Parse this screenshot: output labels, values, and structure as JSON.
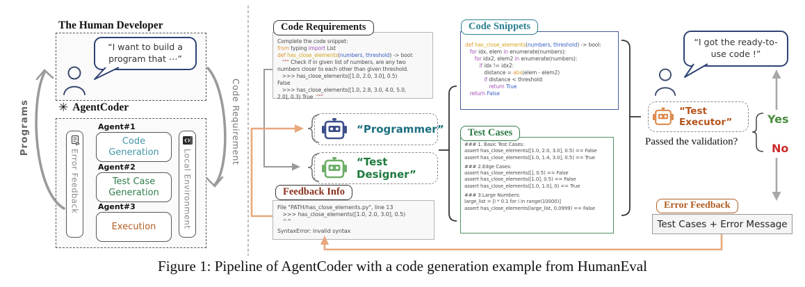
{
  "figure": {
    "caption": "Figure 1: Pipeline of AgentCoder with a code generation example from HumanEval"
  },
  "left_panel": {
    "programs_label": "Programs",
    "code_requirement_label": "Code Requirement",
    "human_developer": {
      "title": "The Human Developer",
      "speech_bubble": "“I want to build a\nprogram that ⋯”"
    },
    "agentcoder": {
      "title": "AgentCoder",
      "error_feedback_bar_label": "Error Feedback",
      "local_environment_bar_label": "Local Environment",
      "agents": [
        {
          "tag": "Agent#1",
          "name": "Code\nGeneration",
          "color": "#4596a5"
        },
        {
          "tag": "Agent#2",
          "name": "Test Case\nGeneration",
          "color": "#2f7d4a"
        },
        {
          "tag": "Agent#3",
          "name": "Execution",
          "color": "#b05c20"
        }
      ]
    }
  },
  "middle_panel": {
    "code_requirements": {
      "title": "Code Requirements",
      "code": [
        [
          [
            "p",
            "Complete the code snippet:"
          ]
        ],
        [
          [
            "k1",
            "from"
          ],
          [
            "p",
            " typing "
          ],
          [
            "k2",
            "import"
          ],
          [
            "p",
            " List"
          ]
        ],
        [
          [
            "k1",
            "def"
          ],
          [
            "p",
            " "
          ],
          [
            "fn",
            "has_close_elements"
          ],
          [
            "p",
            "("
          ],
          [
            "bl",
            "numbers, threshold"
          ],
          [
            "p",
            ") -> bool:"
          ]
        ],
        [
          [
            "p",
            "   "
          ],
          [
            "st",
            "\"\"\""
          ],
          [
            "p",
            " Check if in given list of numbers, are any two"
          ]
        ],
        [
          [
            "p",
            "numbers closer to each other than given threshold."
          ]
        ],
        [
          [
            "p",
            "   >>> has_close_elements([1.0, 2.0, 3.0], 0.5)"
          ]
        ],
        [
          [
            "p",
            "False"
          ]
        ],
        [
          [
            "p",
            "   >>> has_close_elements([1.0, 2.8, 3.0, 4.0, 5.0,"
          ]
        ],
        [
          [
            "p",
            "2.0], 0.3) True  "
          ],
          [
            "st",
            "\"\"\""
          ]
        ]
      ]
    },
    "programmer_agent": {
      "label": "“Programmer”",
      "label_color": "#1d6f80"
    },
    "test_designer_agent": {
      "label": "“Test Designer”",
      "label_color": "#1e7a3e"
    },
    "feedback_info": {
      "title": "Feedback Info",
      "lines": [
        "File \"PATH/has_close_elements.py\", line 13",
        "   >>> has_close_elements([1.0, 2.0, 3.0], 0.5)",
        "   ^^",
        "",
        "SyntaxError: invalid syntax"
      ]
    }
  },
  "right_panel": {
    "code_snippets": {
      "title": "Code Snippets",
      "code": [
        [
          [
            "k1",
            "def"
          ],
          [
            "p",
            " "
          ],
          [
            "fn",
            "has_close_elements"
          ],
          [
            "p",
            "("
          ],
          [
            "bl",
            "numbers, threshold"
          ],
          [
            "p",
            ") -> bool:"
          ]
        ],
        [
          [
            "p",
            "   "
          ],
          [
            "k2",
            "for"
          ],
          [
            "p",
            " idx, elem "
          ],
          [
            "k2",
            "in"
          ],
          [
            "p",
            " enumerate(numbers):"
          ]
        ],
        [
          [
            "p",
            "      "
          ],
          [
            "k2",
            "for"
          ],
          [
            "p",
            " idx2, elem2 "
          ],
          [
            "k2",
            "in"
          ],
          [
            "p",
            " enumerate(numbers):"
          ]
        ],
        [
          [
            "p",
            "         "
          ],
          [
            "k2",
            "if"
          ],
          [
            "p",
            " idx != idx2:"
          ]
        ],
        [
          [
            "p",
            "            distance = "
          ],
          [
            "k1",
            "abs"
          ],
          [
            "p",
            "(elem - elem2)"
          ]
        ],
        [
          [
            "p",
            "            "
          ],
          [
            "k2",
            "if"
          ],
          [
            "p",
            " distance < threshold:"
          ]
        ],
        [
          [
            "p",
            "               "
          ],
          [
            "k2",
            "return"
          ],
          [
            "p",
            " "
          ],
          [
            "bl",
            "True"
          ]
        ],
        [
          [
            "p",
            "   "
          ],
          [
            "k2",
            "return"
          ],
          [
            "p",
            " "
          ],
          [
            "bl",
            "False"
          ]
        ]
      ]
    },
    "test_cases": {
      "title": "Test Cases",
      "lines": [
        "### 1. Basic Test Cases:",
        "assert has_close_elements([1.0, 2.0, 3.0], 0.5) == False",
        "assert has_close_elements([1.0, 1.4, 3.0], 0.5) == True",
        "",
        "### 2.Edge Cases:",
        "assert has_close_elements([], 0.5) == False",
        "assert has_close_elements([1.0], 0.5) == False",
        "assert has_close_elements([1.0, 1.0], 0) == True",
        "",
        "### 3.Large Numbers:",
        "large_list = [i * 0.1 for i in range(10000)]",
        "assert has_close_elements(large_list, 0.0999) == False"
      ]
    },
    "validation": {
      "speech_bubble": "“I got the ready-to-\nuse code !”",
      "executor_label": "“Test Executor”",
      "question": "Passed the validation?",
      "yes_label": "Yes",
      "no_label": "No"
    },
    "error_feedback": {
      "title": "Error Feedback",
      "message": "Test Cases + Error Message"
    }
  },
  "colors": {
    "orange_feedback_arrow": "#e8a87c",
    "gray_arrow": "#999999",
    "teal_accent": "#2a7f8f",
    "green_accent": "#2e7d46",
    "orange_brown_accent": "#b05c20",
    "navy_bubble_border": "#2e4272",
    "yes_green": "#4a8c3f",
    "no_red": "#cc2a2a",
    "code_keyword_orange": "#e09635",
    "code_keyword_purple": "#a14fb5",
    "code_function_gold": "#d3a51c",
    "code_value_blue": "#3a62c4",
    "code_string_red": "#b5524a",
    "snippet_border_navy": "#44599e"
  },
  "icons": {
    "openai_logo": "openai-logo-icon",
    "human": "person-icon",
    "programmer": "robot-icon",
    "error_feedback_bar": "document-icon",
    "local_environment_bar": "code-window-icon"
  }
}
